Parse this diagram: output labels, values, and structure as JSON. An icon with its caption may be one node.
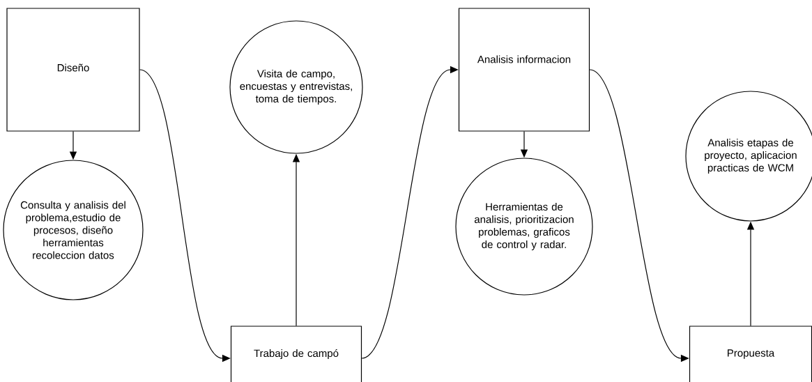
{
  "diagram": {
    "nodes": [
      {
        "text": [
          "Diseño"
        ]
      },
      {
        "text": [
          "Consulta y analisis del problema,estudio de procesos, diseño herramientas recoleccion datos"
        ]
      },
      {
        "text": [
          "Trabajo de campó"
        ]
      },
      {
        "text": [
          "Visita de campo, encuestas y entrevistas, toma de tiempos."
        ]
      },
      {
        "text": [
          "Analisis informacion"
        ]
      },
      {
        "text": [
          "Herramientas de analisis, prioritizacion problemas, graficos de control y radar."
        ]
      },
      {
        "text": [
          "Analisis etapas de proyecto, aplicacion practicas de WCM"
        ]
      },
      {
        "text": [
          "Propuesta"
        ]
      }
    ],
    "edges": [
      {
        "from": 0,
        "to": 1,
        "arrow": "to"
      },
      {
        "from": 0,
        "to": 2,
        "arrow": "to"
      },
      {
        "from": 2,
        "to": 3,
        "arrow": "to"
      },
      {
        "from": 2,
        "to": 4,
        "arrow": "to"
      },
      {
        "from": 4,
        "to": 5,
        "arrow": "to"
      },
      {
        "from": 4,
        "to": 7,
        "arrow": "to"
      },
      {
        "from": 7,
        "to": 6,
        "arrow": "to"
      }
    ]
  }
}
